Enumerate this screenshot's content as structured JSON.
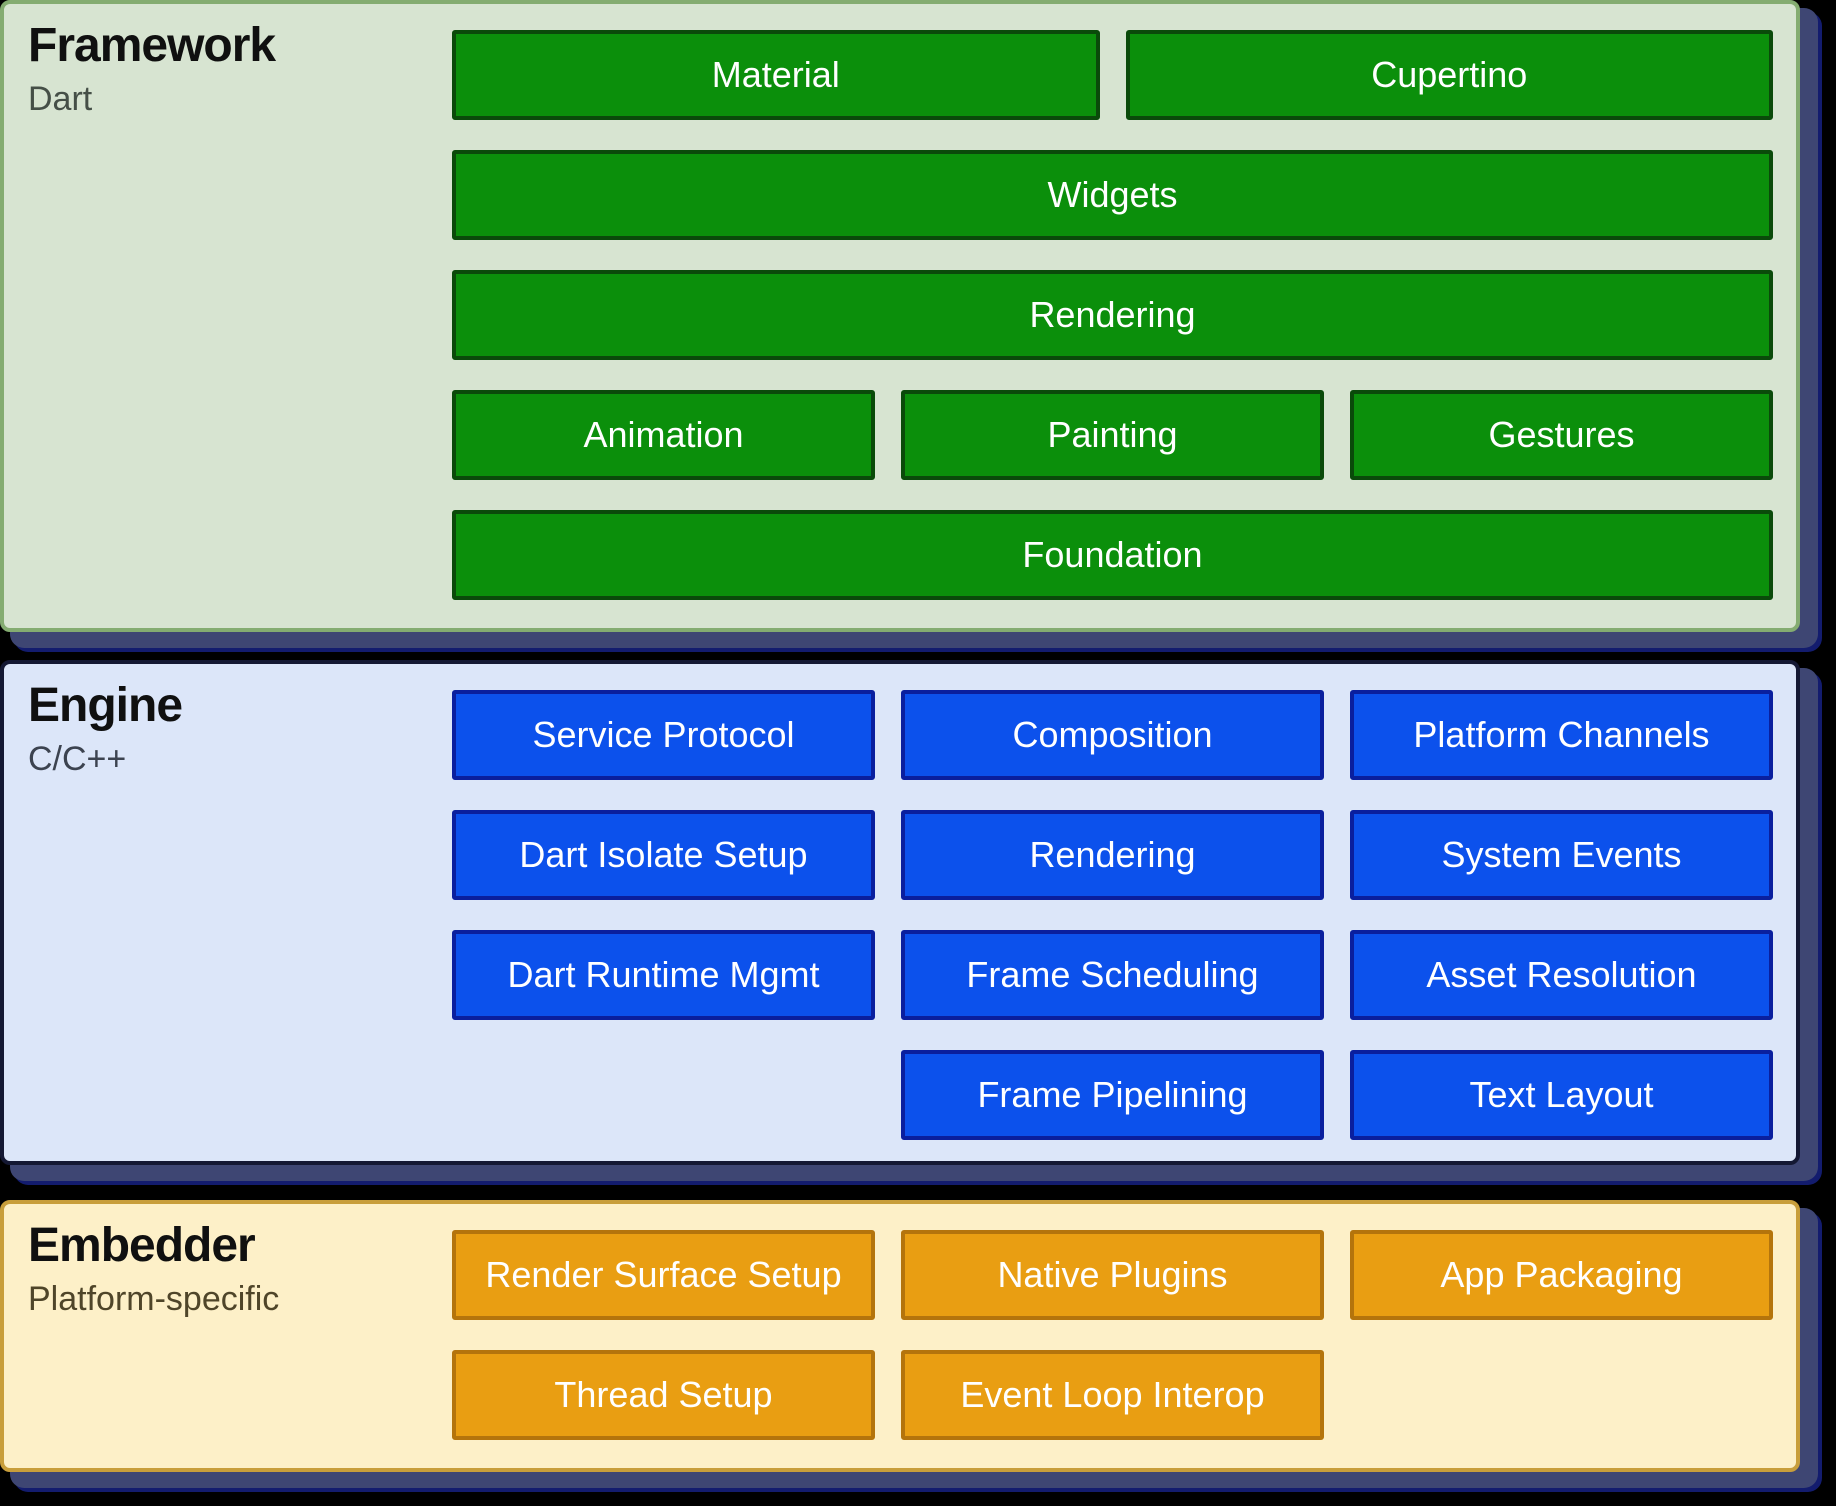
{
  "page": {
    "background": "#000000",
    "shadow_color": "#3e4673",
    "shadow_edge_color": "#131c6e"
  },
  "sections": {
    "framework": {
      "title": "Framework",
      "subtitle": "Dart",
      "palette": {
        "panel_bg": "#d7e4d1",
        "panel_border": "#84ac71",
        "box_bg": "#0b8f0b",
        "box_border": "#0a4a0a",
        "box_text": "#ffffff"
      },
      "boxes": {
        "material": "Material",
        "cupertino": "Cupertino",
        "widgets": "Widgets",
        "rendering": "Rendering",
        "animation": "Animation",
        "painting": "Painting",
        "gestures": "Gestures",
        "foundation": "Foundation"
      }
    },
    "engine": {
      "title": "Engine",
      "subtitle": "C/C++",
      "palette": {
        "panel_bg": "#dce6f9",
        "panel_border": "#141833",
        "box_bg": "#0c51ec",
        "box_border": "#0a1f9e",
        "box_text": "#ffffff"
      },
      "boxes": {
        "service_protocol": "Service Protocol",
        "composition": "Composition",
        "platform_channels": "Platform Channels",
        "dart_isolate_setup": "Dart Isolate Setup",
        "rendering": "Rendering",
        "system_events": "System Events",
        "dart_runtime_mgmt": "Dart Runtime Mgmt",
        "frame_scheduling": "Frame Scheduling",
        "asset_resolution": "Asset Resolution",
        "frame_pipelining": "Frame Pipelining",
        "text_layout": "Text Layout"
      }
    },
    "embedder": {
      "title": "Embedder",
      "subtitle": "Platform-specific",
      "palette": {
        "panel_bg": "#fdf0c8",
        "panel_border": "#c89e3b",
        "box_bg": "#e99e12",
        "box_border": "#b4740c",
        "box_text": "#ffffff"
      },
      "boxes": {
        "render_surface_setup": "Render Surface Setup",
        "native_plugins": "Native Plugins",
        "app_packaging": "App Packaging",
        "thread_setup": "Thread Setup",
        "event_loop_interop": "Event Loop Interop"
      }
    }
  }
}
